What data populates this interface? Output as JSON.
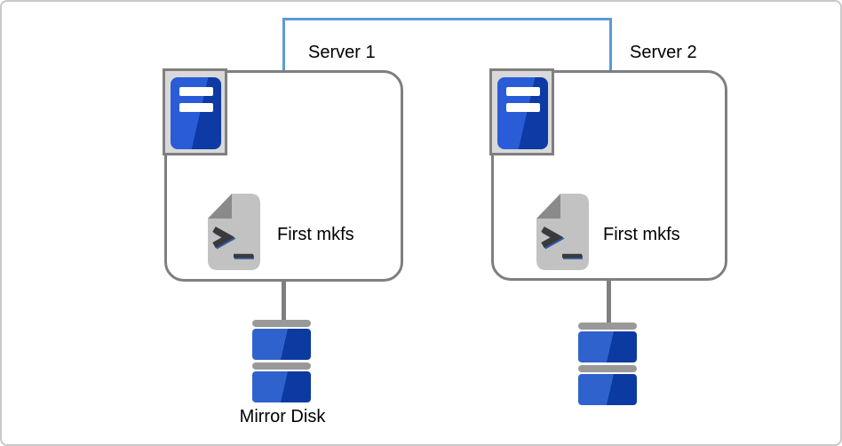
{
  "diagram": {
    "servers": [
      {
        "label": "Server 1",
        "command_label": "First mkfs"
      },
      {
        "label": "Server 2",
        "command_label": "First mkfs"
      }
    ],
    "disk": {
      "label": "Mirror Disk"
    },
    "icons": {
      "server": "server-icon",
      "script": "script-file-icon",
      "disk": "mirror-disk-icon"
    },
    "colors": {
      "interconnect": "#5b9bd5",
      "box_border": "#7f7f7f",
      "server_icon_blue_light": "#2a5cd7",
      "server_icon_blue_dark": "#0d3aa4",
      "disk_blue_light": "#2f62cc",
      "disk_blue_dark": "#0b3aa0",
      "disk_cap_gray": "#999999",
      "script_body": "#c2c2c2",
      "script_fold": "#8a8a8a"
    }
  }
}
